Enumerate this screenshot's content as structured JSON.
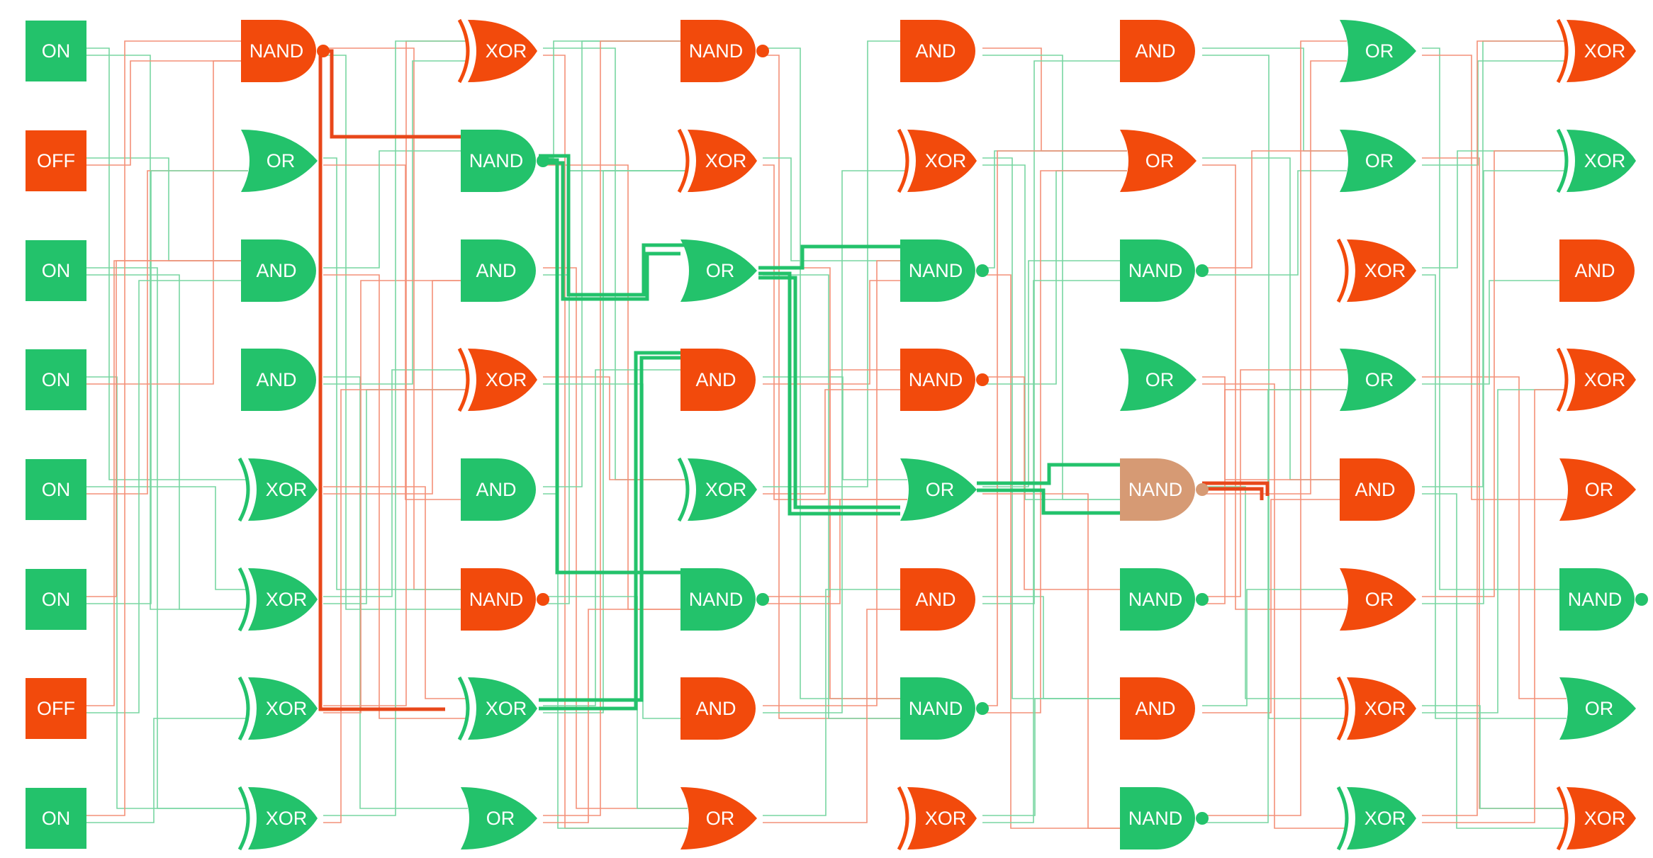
{
  "colors": {
    "on": "#23c26b",
    "off": "#f24a0c",
    "highlight": "#d69a74",
    "wire_on": "#78d6a2",
    "wire_off": "#f39078",
    "bold_on": "#23c26b",
    "bold_off": "#e8471a"
  },
  "inputs": [
    {
      "label": "ON",
      "state": "on"
    },
    {
      "label": "OFF",
      "state": "off"
    },
    {
      "label": "ON",
      "state": "on"
    },
    {
      "label": "ON",
      "state": "on"
    },
    {
      "label": "ON",
      "state": "on"
    },
    {
      "label": "ON",
      "state": "on"
    },
    {
      "label": "OFF",
      "state": "off"
    },
    {
      "label": "ON",
      "state": "on"
    }
  ],
  "columns": [
    [
      {
        "type": "NAND",
        "state": "off"
      },
      {
        "type": "OR",
        "state": "on"
      },
      {
        "type": "AND",
        "state": "on"
      },
      {
        "type": "AND",
        "state": "on"
      },
      {
        "type": "XOR",
        "state": "on"
      },
      {
        "type": "XOR",
        "state": "on"
      },
      {
        "type": "XOR",
        "state": "on"
      },
      {
        "type": "XOR",
        "state": "on"
      }
    ],
    [
      {
        "type": "XOR",
        "state": "off"
      },
      {
        "type": "NAND",
        "state": "on"
      },
      {
        "type": "AND",
        "state": "on"
      },
      {
        "type": "XOR",
        "state": "off"
      },
      {
        "type": "AND",
        "state": "on"
      },
      {
        "type": "NAND",
        "state": "off"
      },
      {
        "type": "XOR",
        "state": "on"
      },
      {
        "type": "OR",
        "state": "on"
      }
    ],
    [
      {
        "type": "NAND",
        "state": "off"
      },
      {
        "type": "XOR",
        "state": "off"
      },
      {
        "type": "OR",
        "state": "on"
      },
      {
        "type": "AND",
        "state": "off"
      },
      {
        "type": "XOR",
        "state": "on"
      },
      {
        "type": "NAND",
        "state": "on"
      },
      {
        "type": "AND",
        "state": "off"
      },
      {
        "type": "OR",
        "state": "off"
      }
    ],
    [
      {
        "type": "AND",
        "state": "off"
      },
      {
        "type": "XOR",
        "state": "off"
      },
      {
        "type": "NAND",
        "state": "on"
      },
      {
        "type": "NAND",
        "state": "off"
      },
      {
        "type": "OR",
        "state": "on"
      },
      {
        "type": "AND",
        "state": "off"
      },
      {
        "type": "NAND",
        "state": "on"
      },
      {
        "type": "XOR",
        "state": "off"
      }
    ],
    [
      {
        "type": "AND",
        "state": "off"
      },
      {
        "type": "OR",
        "state": "off"
      },
      {
        "type": "NAND",
        "state": "on"
      },
      {
        "type": "OR",
        "state": "on"
      },
      {
        "type": "NAND",
        "state": "highlight"
      },
      {
        "type": "NAND",
        "state": "on"
      },
      {
        "type": "AND",
        "state": "off"
      },
      {
        "type": "NAND",
        "state": "on"
      }
    ],
    [
      {
        "type": "OR",
        "state": "on"
      },
      {
        "type": "OR",
        "state": "on"
      },
      {
        "type": "XOR",
        "state": "off"
      },
      {
        "type": "OR",
        "state": "on"
      },
      {
        "type": "AND",
        "state": "off"
      },
      {
        "type": "OR",
        "state": "off"
      },
      {
        "type": "XOR",
        "state": "off"
      },
      {
        "type": "XOR",
        "state": "on"
      }
    ],
    [
      {
        "type": "XOR",
        "state": "off"
      },
      {
        "type": "XOR",
        "state": "on"
      },
      {
        "type": "AND",
        "state": "off"
      },
      {
        "type": "XOR",
        "state": "off"
      },
      {
        "type": "OR",
        "state": "off"
      },
      {
        "type": "NAND",
        "state": "on"
      },
      {
        "type": "OR",
        "state": "on"
      },
      {
        "type": "XOR",
        "state": "off"
      }
    ]
  ]
}
